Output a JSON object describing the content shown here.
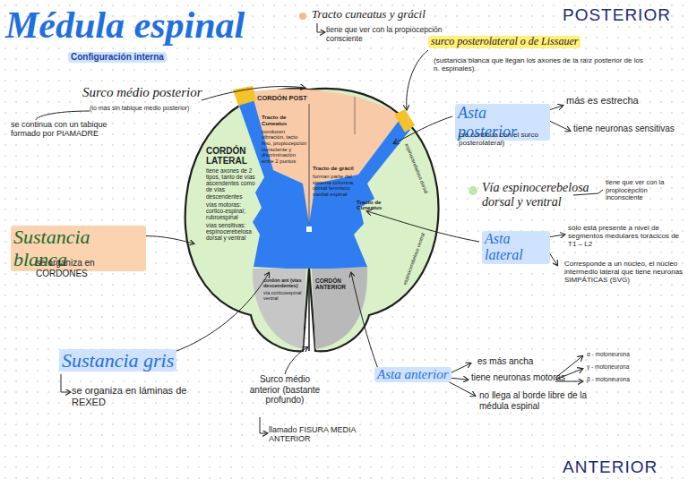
{
  "diagram": {
    "title": "Médula espinal",
    "nodes": [
      {
        "text": [
          "CORDÓN POST"
        ]
      },
      {
        "text": [
          "Tracto de Cuneatus",
          "conducen vibración, tacto fino, propiocepción consciente y discriminación entre 2 puntos"
        ],
        "in": 0
      },
      {
        "text": [
          "Tracto de grácil",
          "forman parte del sistema columna dorsal lemnisco medial espinal"
        ],
        "in": 0
      },
      {
        "text": [
          "Tracto de Cuneatus"
        ],
        "in": 0
      },
      {
        "text": [
          "CORDÓN LATERAL",
          "tiene axones de 2 tipos, tanto de vías ascendentes como de vías descendentes",
          "vías motoras: cortico-espinal; rubroespinal",
          "vías sensitivas: espinocerebelosa dorsal y ventral"
        ]
      },
      {
        "text": [
          "cordón ant (vías descendentes)",
          "vía corticoespinal ventral"
        ]
      },
      {
        "text": [
          "CORDÓN ANTERIOR"
        ]
      }
    ],
    "labels": [
      "Configuración interna",
      "POSTERIOR",
      "Tracto cuneatus y grácil",
      "tiene que ver con la propiocepción consciente",
      "surco posterolateral o de Lissauer",
      "(sustancia blanca que llegan los axones de la raíz posterior de los n. espinales).",
      "Surco médio posterior",
      "(lo más sin tabique medio posterior)",
      "se continua con un tabique formado por PIAMADRE",
      "Asta posterior",
      "más es estrecha",
      "tiene neuronas sensitivas",
      "(se continúa con el surco posterolateral)",
      "Vía espinocerebelosa dorsal y ventral",
      "tiene que ver con la propiocepción inconsciente",
      "espinocerebeloso dorsal",
      "espinocerebeloso ventral",
      "Asta lateral",
      "sólo está presente a nivel de segmentos medulares torácicos de T1 – L2",
      "Corresponde a un núcleo, el núcleo intermedio lateral que tiene neuronas SIMPÁTICAS (SVG)",
      "Sustancia blanca",
      "se organiza en CORDONES",
      "Sustancia gris",
      "se organiza en láminas de REXED",
      "Surco médio anterior (bastante profundo)",
      "llamado FISURA MEDIA ANTERIOR",
      "Asta anterior",
      "es más ancha",
      "tiene neuronas motoras",
      "α - motoneurona",
      "γ - motoneurona",
      "β - motoneurona",
      "no llega al borde libre de la médula espinal",
      "ANTERIOR"
    ]
  }
}
